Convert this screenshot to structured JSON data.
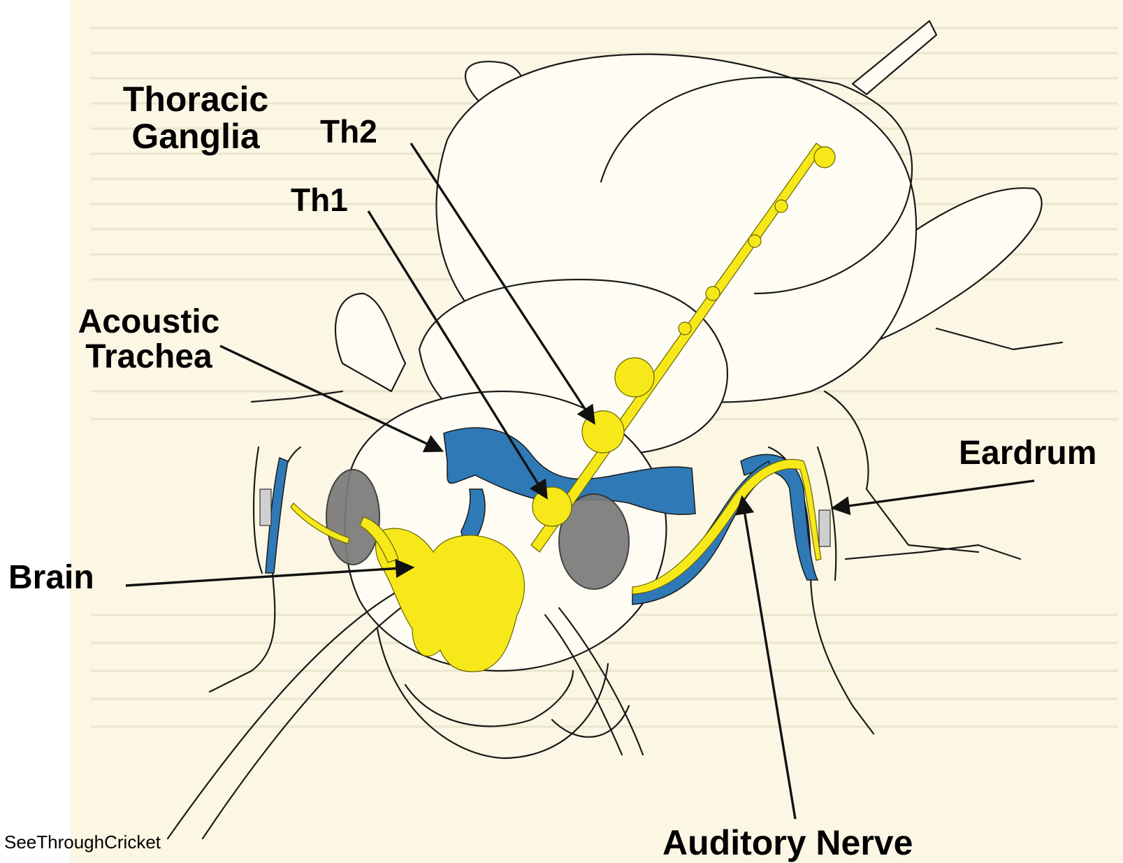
{
  "labels": {
    "thoracic_ganglia": [
      "Thoracic",
      "Ganglia"
    ],
    "th2": "Th2",
    "th1": "Th1",
    "acoustic_trachea": [
      "Acoustic",
      "Trachea"
    ],
    "brain": "Brain",
    "eardrum": "Eardrum",
    "auditory_nerve": "Auditory Nerve",
    "credit": "SeeThroughCricket"
  },
  "colors": {
    "paper": "#fbf7e4",
    "outline": "#1a1a1a",
    "nerve_yellow": "#f7e81a",
    "trachea_blue": "#2f79b6",
    "eye_gray": "#7a7a7a",
    "arrow": "#111111"
  }
}
